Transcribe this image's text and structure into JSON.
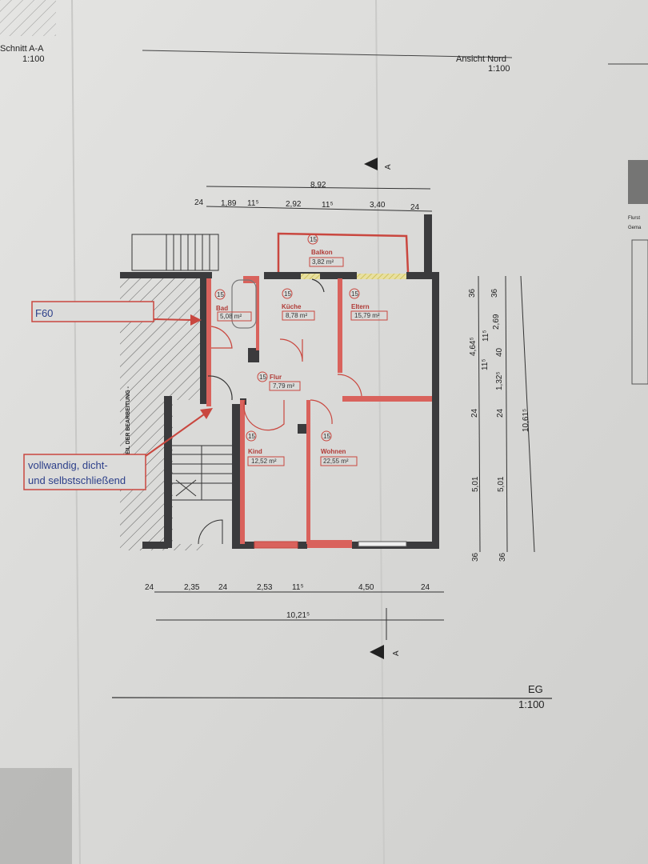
{
  "sheet": {
    "section_label": "Schnitt A-A",
    "section_scale": "1:100",
    "elevation_label": "Ansicht Nord",
    "elevation_scale": "1:100",
    "floor_label": "EG",
    "floor_scale": "1:100",
    "section_marker": "A",
    "side_cutoff_1": "Flurst",
    "side_cutoff_2": "Gema"
  },
  "rooms": [
    {
      "name": "Balkon",
      "area": "3,82 m²",
      "marker": "15"
    },
    {
      "name": "Bad",
      "area": "5,08 m²",
      "marker": "15"
    },
    {
      "name": "Küche",
      "area": "8,78 m²",
      "marker": "15"
    },
    {
      "name": "Eltern",
      "area": "15,79 m²",
      "marker": "15"
    },
    {
      "name": "Flur",
      "area": "7,79 m²",
      "marker": "15"
    },
    {
      "name": "Kind",
      "area": "12,52 m²",
      "marker": "15"
    },
    {
      "name": "Wohnen",
      "area": "22,55 m²",
      "marker": "15"
    }
  ],
  "annotations": {
    "f60": "F60",
    "door_line1": "vollwandig, dicht-",
    "door_line2": "und selbstschließend",
    "not_part": "- NICHT TEIL DER BEARBEITUNG -"
  },
  "dimensions": {
    "top_total": "8,92",
    "top": [
      "24",
      "1,89",
      "11⁵",
      "2,92",
      "11⁵",
      "3,40",
      "24"
    ],
    "bottom": [
      "24",
      "2,35",
      "24",
      "2,53",
      "11⁵",
      "4,50",
      "24"
    ],
    "bottom_total": "10,21⁵",
    "right_a": [
      "36",
      "4,64⁵",
      "24",
      "5,01",
      "36"
    ],
    "right_b": [
      "36",
      "2,69",
      "11⁵",
      "40",
      "11⁵",
      "1,32⁵",
      "24",
      "5,01",
      "36"
    ],
    "right_total": "10,61⁵"
  }
}
